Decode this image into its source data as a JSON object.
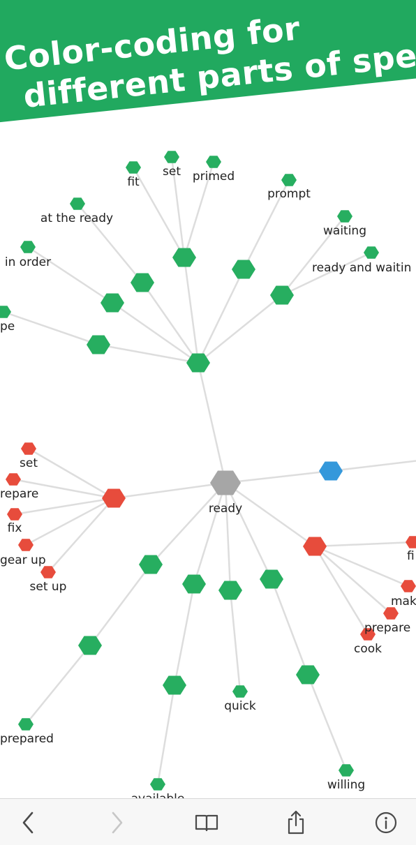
{
  "banner": {
    "line1": "Color-coding for",
    "line2": "different parts of speech",
    "color": "#21a95f"
  },
  "colors": {
    "noun_verb_red": "#e74c3c",
    "adjective_green": "#27ae60",
    "adverb_blue": "#3498db",
    "center_gray": "#a6a6a6",
    "edge": "#dddddd"
  },
  "graph": {
    "center": {
      "label": "ready"
    },
    "labels": {
      "fit": "fit",
      "set": "set",
      "primed": "primed",
      "prompt": "prompt",
      "at_the_ready": "at the ready",
      "waiting": "waiting",
      "in_order": "in order",
      "ready_and_waiting": "ready and waitin",
      "pe": "pe",
      "set_red": "set",
      "repare": "repare",
      "fix_red": "fix",
      "gear_up": "gear up",
      "set_up": "set up",
      "fi": "fi",
      "mak": "mak",
      "prepare": "prepare",
      "cook": "cook",
      "quick": "quick",
      "prepared": "prepared",
      "willing": "willing",
      "available": "available"
    }
  },
  "toolbar": {
    "back_icon": "chevron-left",
    "forward_icon": "chevron-right",
    "bookmarks_icon": "open-book",
    "share_icon": "share-arrow",
    "info_icon": "info-circle"
  }
}
